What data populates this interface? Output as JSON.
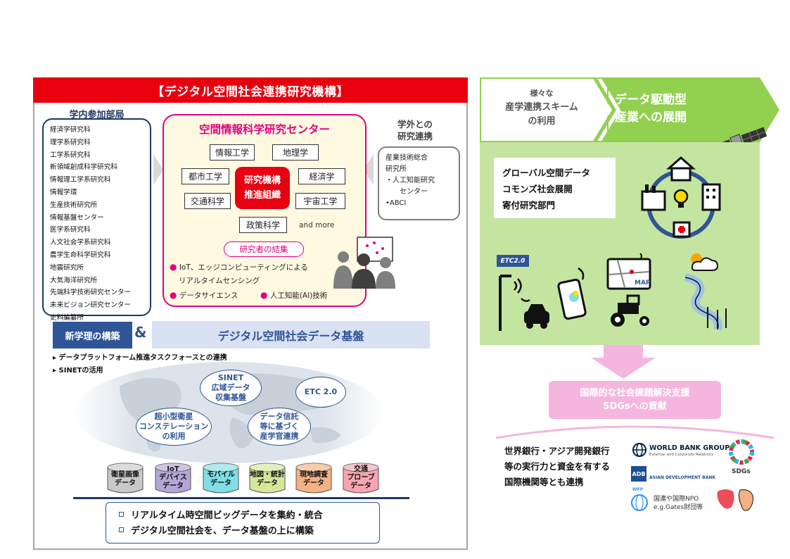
{
  "org_title": "【デジタル空間社会連携研究機構】",
  "departments": {
    "heading": "学内参加部局",
    "items": [
      "経済学研究科",
      "理学系研究科",
      "工学系研究科",
      "新領域創成科学研究科",
      "情報理工学系研究科",
      "情報学環",
      "生産技術研究所",
      "情報基盤センター",
      "医学系研究科",
      "人文社会学系研究科",
      "農学生命科学研究科",
      "地震研究所",
      "大気海洋研究所",
      "先端科学技術研究センター",
      "未来ビジョン研究センター",
      "史料編纂所"
    ]
  },
  "center": {
    "title": "空間情報科学研究センター",
    "fields": [
      "情報工学",
      "地理学",
      "都市工学",
      "経済学",
      "交通科学",
      "宇宙工学",
      "政策科学"
    ],
    "core_line1": "研究機構",
    "core_line2": "推進組織",
    "and_more": "and more",
    "coalition": "研究者の結集",
    "bullet1_line1": "IoT、エッジコンピューティングによる",
    "bullet1_line2": "リアルタイムセンシング",
    "bullet2": "データサイエンス",
    "bullet3": "人工知能(AI)技術"
  },
  "external": {
    "heading_line1": "学外との",
    "heading_line2": "研究連携",
    "lines": [
      "産業技術総合",
      "研究所",
      "・人工知能研究",
      "　　センター",
      "•ABCI"
    ]
  },
  "platform": {
    "new_principle": "新学理の構築",
    "amp": "&",
    "title": "デジタル空間社会データ基盤",
    "bullet1": "データプラットフォーム推進タスクフォースとの連携",
    "bullet2": "SINETの活用",
    "bubbles": {
      "sinet": [
        "SINET",
        "広域データ",
        "収集基盤"
      ],
      "etc": [
        "ETC 2.0"
      ],
      "satellite": [
        "超小型衛星",
        "コンステレーション",
        "の利用"
      ],
      "trust": [
        "データ信託",
        "等に基づく",
        "産学官連携"
      ]
    },
    "cylinders": [
      {
        "lines": [
          "衛星画像",
          "データ"
        ],
        "color": "#c9c9c9"
      },
      {
        "lines": [
          "IoT",
          "デバイス",
          "データ"
        ],
        "color": "#b4a7d6"
      },
      {
        "lines": [
          "モバイル",
          "データ"
        ],
        "color": "#7fdfe6"
      },
      {
        "lines": [
          "地図・統計",
          "データ"
        ],
        "color": "#d5e89a"
      },
      {
        "lines": [
          "現地調査",
          "データ"
        ],
        "color": "#f4b183"
      },
      {
        "lines": [
          "交通",
          "プローブ",
          "データ"
        ],
        "color": "#f8a5b1"
      }
    ],
    "summary1": "リアルタイム時空間ビッグデータを集約・統合",
    "summary2": "デジタル空間社会を、データ基盤の上に構築"
  },
  "right": {
    "scheme_line1": "様々な",
    "scheme_line2": "産学連携スキーム",
    "scheme_line3": "の利用",
    "data_driven_line1": "データ駆動型",
    "data_driven_line2": "産業への展開",
    "global_line1": "グローバル空間データ",
    "global_line2": "コモンズ社会展開",
    "global_line3": "寄付研究部門",
    "etc_label": "ETC2.0",
    "map_label": "MAP",
    "sdgs_line1": "国際的な社会課題解決支援",
    "sdgs_line2": "SDGsへの貢献",
    "wb_text": "世界銀行・アジア開発銀行等の実行力と資金を有する国際機関等とも連携",
    "logos": {
      "wbg": "WORLD BANK GROUP",
      "wbg_sub": "External and Corporate Relations",
      "sdgs": "SDGs",
      "adb": "ADB",
      "adb_name": "ASIAN DEVELOPMENT BANK",
      "wfp": "WFP",
      "npo_line1": "国連や国際NPO",
      "npo_line2": "e.g.Gates財団等"
    }
  },
  "colors": {
    "red": "#e8000f",
    "magenta": "#e3007f",
    "navy": "#1f3864",
    "green": "#92d050",
    "pink": "#f4b6de"
  }
}
